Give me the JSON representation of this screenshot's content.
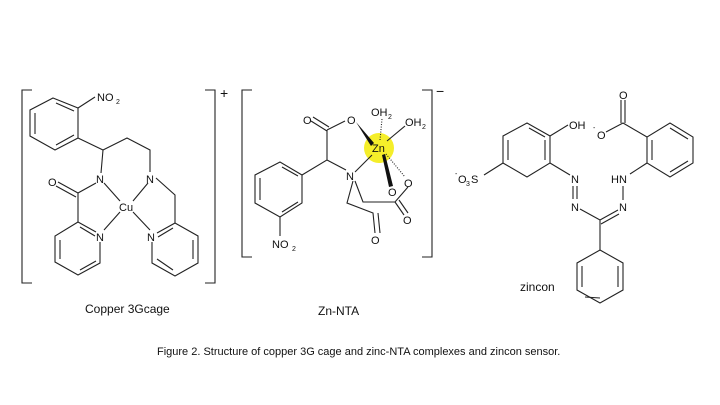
{
  "figure": {
    "caption": "Figure 2.  Structure of copper 3G cage and zinc-NTA complexes and zincon sensor.",
    "highlight_color": "#f5ee2a"
  },
  "copper": {
    "label": "Copper 3Gcage",
    "charge": "+",
    "atoms": {
      "no2_n": "NO",
      "no2_sub": "2",
      "o": "O",
      "n1": "N",
      "n2": "N",
      "cu": "Cu",
      "n3": "N",
      "n4": "N"
    }
  },
  "znnta": {
    "label": "Zn-NTA",
    "charge": "−",
    "atoms": {
      "o1": "O",
      "o2": "O",
      "oh2a": "OH",
      "oh2b": "OH",
      "sub2": "2",
      "zn": "Zn",
      "n": "N",
      "o3": "O",
      "o4": "O",
      "o5": "O",
      "o6": "O",
      "no2": "NO"
    }
  },
  "zincon": {
    "label": "zincon",
    "atoms": {
      "oh": "OH",
      "o_minus": "-",
      "o": "O",
      "o_dbl": "O",
      "so3_minus": "-",
      "so3_o": "O",
      "so3_sub": "3",
      "so3_s": "S",
      "n1": "N",
      "n2": "N",
      "hn": "HN",
      "n3": "N"
    }
  }
}
